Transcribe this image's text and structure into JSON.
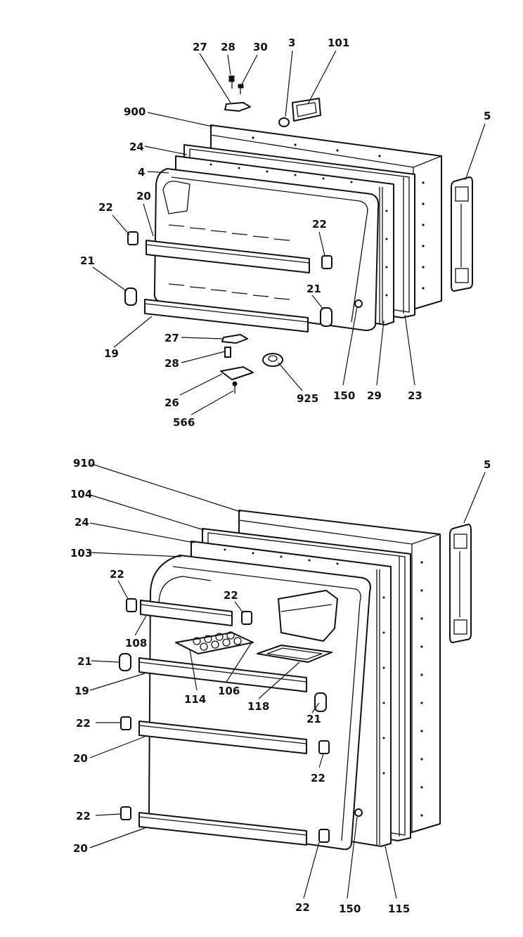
{
  "callouts": [
    {
      "id": "c27a",
      "text": "27"
    },
    {
      "id": "c28a",
      "text": "28"
    },
    {
      "id": "c30",
      "text": "30"
    },
    {
      "id": "c3",
      "text": "3"
    },
    {
      "id": "c101",
      "text": "101"
    },
    {
      "id": "c900",
      "text": "900"
    },
    {
      "id": "c5a",
      "text": "5"
    },
    {
      "id": "c24a",
      "text": "24"
    },
    {
      "id": "c4",
      "text": "4"
    },
    {
      "id": "c22a",
      "text": "22"
    },
    {
      "id": "c20a",
      "text": "20"
    },
    {
      "id": "c22b",
      "text": "22"
    },
    {
      "id": "c21a",
      "text": "21"
    },
    {
      "id": "c21b",
      "text": "21"
    },
    {
      "id": "c19a",
      "text": "19"
    },
    {
      "id": "c27b",
      "text": "27"
    },
    {
      "id": "c28b",
      "text": "28"
    },
    {
      "id": "c26",
      "text": "26"
    },
    {
      "id": "c566",
      "text": "566"
    },
    {
      "id": "c925",
      "text": "925"
    },
    {
      "id": "c150a",
      "text": "150"
    },
    {
      "id": "c29",
      "text": "29"
    },
    {
      "id": "c23",
      "text": "23"
    },
    {
      "id": "c910",
      "text": "910"
    },
    {
      "id": "c5b",
      "text": "5"
    },
    {
      "id": "c104",
      "text": "104"
    },
    {
      "id": "c24b",
      "text": "24"
    },
    {
      "id": "c103",
      "text": "103"
    },
    {
      "id": "c22c",
      "text": "22"
    },
    {
      "id": "c22d",
      "text": "22"
    },
    {
      "id": "c108",
      "text": "108"
    },
    {
      "id": "c21c",
      "text": "21"
    },
    {
      "id": "c19b",
      "text": "19"
    },
    {
      "id": "c114",
      "text": "114"
    },
    {
      "id": "c106",
      "text": "106"
    },
    {
      "id": "c118",
      "text": "118"
    },
    {
      "id": "c21d",
      "text": "21"
    },
    {
      "id": "c22e",
      "text": "22"
    },
    {
      "id": "c20b",
      "text": "20"
    },
    {
      "id": "c22f",
      "text": "22"
    },
    {
      "id": "c22g",
      "text": "22"
    },
    {
      "id": "c20c",
      "text": "20"
    },
    {
      "id": "c22h",
      "text": "22"
    },
    {
      "id": "c150b",
      "text": "150"
    },
    {
      "id": "c115",
      "text": "115"
    }
  ]
}
